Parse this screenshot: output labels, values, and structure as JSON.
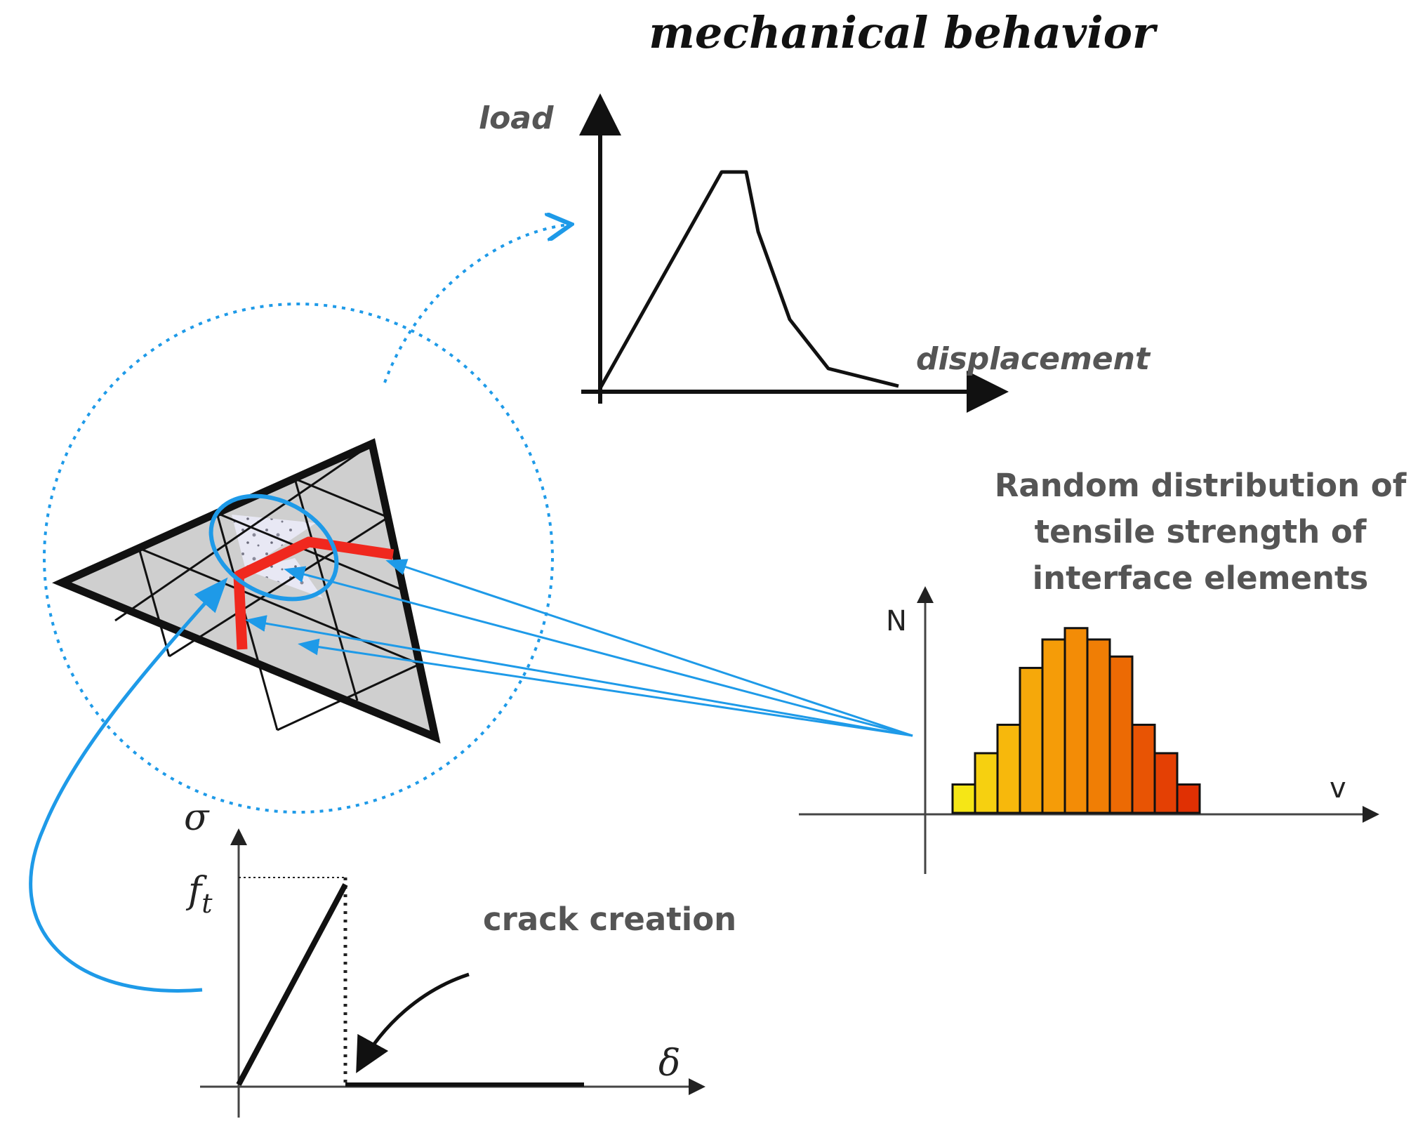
{
  "title": "mechanical behavior",
  "load_curve": {
    "y_label": "load",
    "x_label": "displacement"
  },
  "histogram": {
    "caption_lines": [
      "Random distribution of",
      "tensile strength of",
      "interface elements"
    ],
    "y_label": "N",
    "x_label": "v",
    "bars": [
      {
        "count": 1.0,
        "color": "#f5e616"
      },
      {
        "count": 2.1,
        "color": "#f6d010"
      },
      {
        "count": 3.1,
        "color": "#f7b80c"
      },
      {
        "count": 5.1,
        "color": "#f6a80a"
      },
      {
        "count": 6.1,
        "color": "#f59c08"
      },
      {
        "count": 6.5,
        "color": "#f38c06"
      },
      {
        "count": 6.1,
        "color": "#f07e05"
      },
      {
        "count": 5.5,
        "color": "#ec6a04"
      },
      {
        "count": 3.1,
        "color": "#e85404"
      },
      {
        "count": 2.1,
        "color": "#e44004"
      },
      {
        "count": 1.0,
        "color": "#e03003"
      }
    ]
  },
  "cohesive_law": {
    "y_label": "σ",
    "peak_label": "f",
    "peak_subscript": "t",
    "x_label": "δ",
    "annotation": "crack creation"
  },
  "colors": {
    "link_blue": "#1e9ae8",
    "crack_red": "#f0281e",
    "mesh_fill": "#cfcfcf"
  }
}
